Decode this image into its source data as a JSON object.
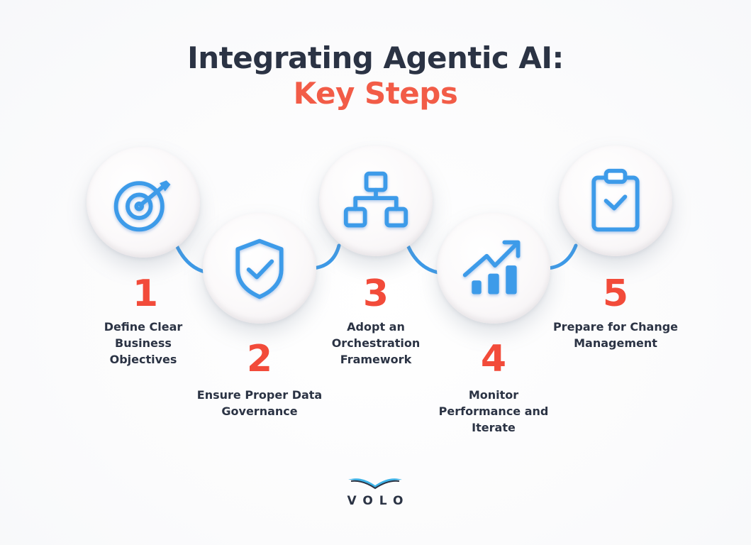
{
  "header": {
    "title_line1": "Integrating Agentic AI:",
    "title_line2": "Key Steps"
  },
  "colors": {
    "title_dark": "#2b3344",
    "accent_red": "#f24b3a",
    "icon_blue": "#3d9be9",
    "background": "#ffffff"
  },
  "steps": [
    {
      "number": "1",
      "label": "Define Clear Business Objectives",
      "icon": "target-icon"
    },
    {
      "number": "2",
      "label": "Ensure Proper Data Governance",
      "icon": "shield-check-icon"
    },
    {
      "number": "3",
      "label": "Adopt an Orchestration Framework",
      "icon": "hierarchy-icon"
    },
    {
      "number": "4",
      "label": "Monitor Performance and Iterate",
      "icon": "growth-chart-icon"
    },
    {
      "number": "5",
      "label": "Prepare for Change Management",
      "icon": "clipboard-check-icon"
    }
  ],
  "logo": {
    "text": "VOLO",
    "icon": "bird-wave-icon"
  }
}
